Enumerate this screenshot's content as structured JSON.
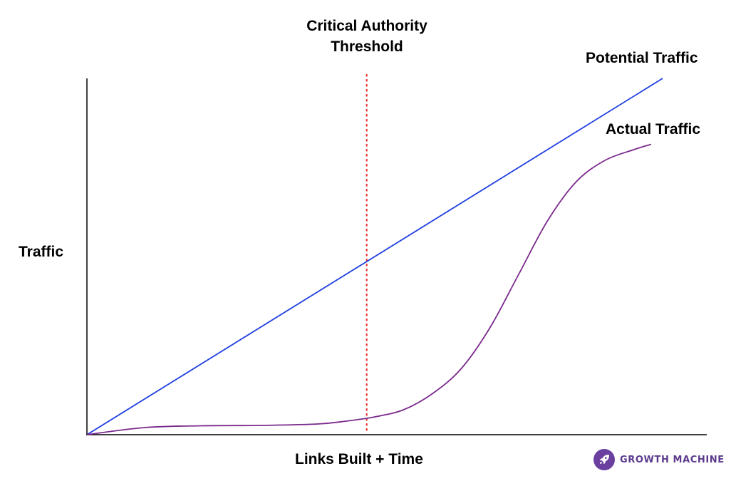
{
  "chart_data": {
    "type": "line",
    "title": "",
    "xlabel": "Links Built + Time",
    "ylabel": "Traffic",
    "xlim": [
      0,
      100
    ],
    "ylim": [
      0,
      100
    ],
    "grid": false,
    "series": [
      {
        "name": "Potential Traffic",
        "color": "#1f3fe0",
        "x": [
          0,
          100
        ],
        "y": [
          0,
          100
        ]
      },
      {
        "name": "Actual Traffic",
        "color": "#7b2a8c",
        "x": [
          0,
          10,
          20,
          30,
          40,
          45,
          50,
          55,
          60,
          65,
          70,
          75,
          80,
          85,
          90,
          95,
          98
        ],
        "y": [
          0,
          2,
          2.5,
          2.6,
          3,
          3.8,
          5,
          7,
          11.5,
          18.5,
          30,
          45,
          60,
          71,
          77,
          80,
          81.5
        ]
      }
    ],
    "annotations": [
      {
        "type": "vline",
        "x": 48.6,
        "color": "#e8322c",
        "style": "dotted",
        "label_lines": [
          "Critical Authority",
          "Threshold"
        ]
      }
    ]
  },
  "branding": {
    "logo_text": "GROWTH MACHINE",
    "logo_icon": "rocket-icon",
    "logo_color": "#6a3fa0"
  }
}
